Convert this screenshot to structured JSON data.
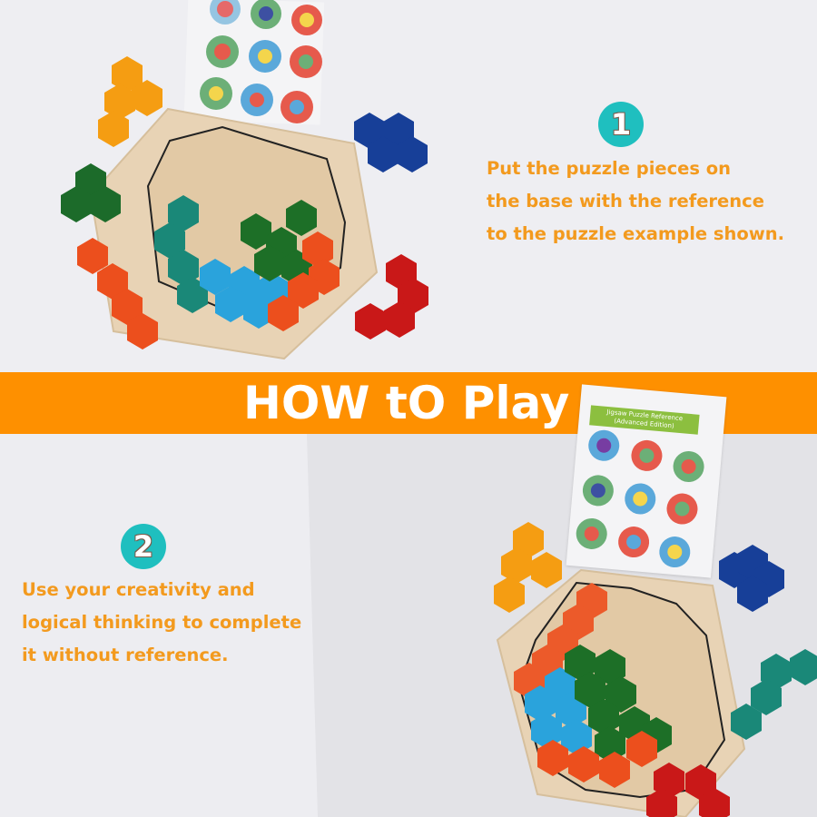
{
  "banner": {
    "title": "HOW tO Play",
    "color": "#fe9000",
    "text_color": "#ffffff"
  },
  "steps": [
    {
      "number": "1",
      "badge_color": "#1fbfbf",
      "text": "Put the puzzle pieces on\nthe base with the reference\nto the puzzle example shown.",
      "text_color": "#f39a1e"
    },
    {
      "number": "2",
      "badge_color": "#1fbfbf",
      "text": "Use your creativity and\nlogical thinking to complete\nit without reference.",
      "text_color": "#f39a1e"
    }
  ],
  "images": [
    {
      "name": "hexagon-puzzle-with-reference-card",
      "reference_card": "9 reference hexagon patterns",
      "loose_pieces": [
        "orange",
        "green",
        "red-orange",
        "blue",
        "red"
      ]
    },
    {
      "name": "hexagon-puzzle-without-reference",
      "reference_card_label": "Jigsaw Puzzle Reference (Advanced Edition)",
      "loose_pieces": [
        "orange",
        "blue",
        "teal",
        "red"
      ]
    }
  ],
  "palette": {
    "wood": "#e8d3b5",
    "wood_inner": "#e3cba8",
    "orange": "#f59d12",
    "dark_green": "#1c6b2a",
    "green": "#1d6f27",
    "teal": "#1a8878",
    "sky_blue": "#2aa3dc",
    "red_orange": "#ec4f1d",
    "red": "#c91818",
    "navy": "#173f98"
  }
}
